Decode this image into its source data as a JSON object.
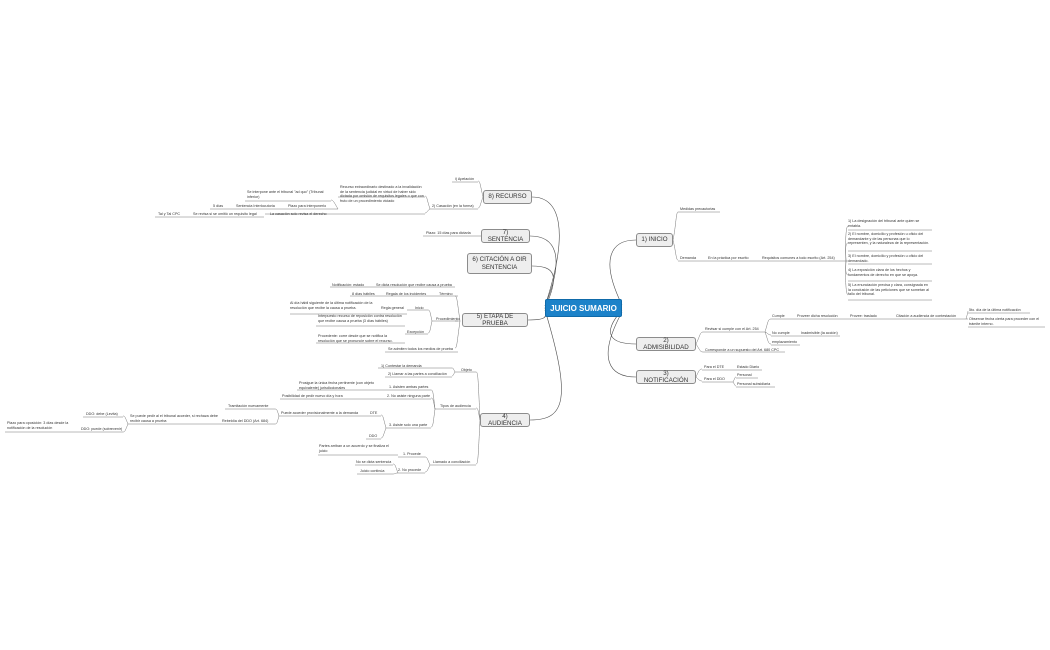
{
  "central": "JUICIO SUMARIO",
  "branches": {
    "inicio": "1) INICIO",
    "admisibilidad": "2) ADMISIBILIDAD",
    "notificacion": "3) NOTIFICACIÓN",
    "audiencia": "4) AUDIENCIA",
    "prueba": "5) ETAPA DE PRUEBA",
    "citacion": "6) CITACIÓN A OIR SENTENCIA",
    "sentencia": "7) SENTENCIA",
    "recurso": "8) RECURSO"
  },
  "inicio": {
    "medidas": "Medidas precautorias",
    "demanda": "Demanda",
    "practica": "En la práctica por escrito",
    "requisitos": "Requisitos comunes a todo escrito (Art. 254)",
    "req1": "1) La designación del tribunal ante quien se entabla.",
    "req2": "2) El nombre, domicilio y profesión u oficio del demandante y de las personas que lo representen, y la naturaleza de la representación.",
    "req3": "3) El nombre, domicilio y profesión u oficio del demandado.",
    "req4": "4) La exposición clara de los hechos y fundamentos de derecho en que se apoya.",
    "req5": "5) La enunciación precisa y clara, consignada en la conclusión de las peticiones que se sometan al fallo del tribunal."
  },
  "admisibilidad": {
    "revisar": "Revisar si cumple con el Art. 254",
    "cumple": "Cumple",
    "provee": "Proveer dicha resolución",
    "provee2": "Provee: traslado",
    "citacion": "Citación a audiencia de contestación",
    "quinto": "5to. día de la última notificación",
    "observar": "Observar fecha cierta para proceder con el trámite interno.",
    "nocumple": "No cumple",
    "inadmisible": "Inadmisible (la acción)",
    "emplazamiento": "emplazamiento",
    "corresponde": "Corresponde a un supuesto del Art. 680 CPC"
  },
  "notificacion": {
    "estado": "Para el DTE",
    "estado_d": "Estado Diario",
    "ddo": "Para el DDO",
    "personal": "Personal",
    "personal_sub": "Personal subsidiaria"
  },
  "recurso": {
    "apelacion": "i) Apelación",
    "casacion": "2) Casación (en la forma)",
    "desc": "Recurso extraordinario destinado a la invalidación de la sentencia judicial en virtud de haber sido dictada por omisión de requisitos legales o que con fruto de un procedimiento viciado",
    "interpone": "Se interpone ante el tribunal \"ad quo\" (Tribunal inferior)",
    "plazo": "Plazo para interponerlo",
    "sentencia_int": "Sentencia Interlocutoria",
    "cinco": "5 días",
    "tal": "Tal y Tal CPC",
    "omite": "Se revisa si se omitió un requisito legal",
    "casacion_def": "La casación solo revisa el derecho"
  },
  "sentencia": {
    "plazo": "Plazo: 15 días para dictarla"
  },
  "prueba": {
    "notificacion": "Notificación: estado",
    "dicta": "Se dicta resolución que recibe causa a prueba",
    "termino": "Término",
    "ocho": "8 días hábiles",
    "regala": "Regala de los incidentes",
    "inicio": "Inicio",
    "regla": "Regla general",
    "dia": "Al día hábil siguiente de la última notificación de la resolución que recibe la causa a prueba.",
    "excepcion": "Excepción",
    "interpuso": "Interpuesto recurso de reposición contra resolución que recibe causa a prueba (3 días hábiles)",
    "procedente": "Procedente: corre desde que se notifica la resolución que se pronuncie sobre el recurso.",
    "procedimiento": "Procedimiento",
    "admiten": "Se admiten todos los medios de prueba"
  },
  "audiencia": {
    "objeto": "Objeto",
    "contestar": "1) Contestar la demanda",
    "llamar": "2) Llamar a las partes a conciliación",
    "tipos": "Tipos de audiencia",
    "asistir": "1. Asisten ambas partes",
    "prosigue": "Prosigue la única fecha pertinente (con objeto equivalente) jurisdiccionales",
    "noasiste": "2. No asiste ninguna parte",
    "posibilidad": "Posibilidad de pedir nuevo día y hora",
    "tramitacion": "Tramitación nuevamente",
    "asisteuna": "3. Asiste solo una parte",
    "dte": "DTE",
    "puede": "Puede acceder provisionalmente a la demanda",
    "rebeldia": "Rebeldía del DDO (Art. 684)",
    "pedir": "Se puede pedir al el tribunal acceder, si rechaza debe recibir causa a prueba",
    "ddo": "DDO",
    "ddo_lev": "DDO: debe (Levita)",
    "ddo_super": "DDO: puede (sobrevenir)",
    "plazo": "Plazo para oposición: 3 días desde la notificación de la resolución",
    "llamado": "Llamado a conciliación",
    "procede": "1. Procede",
    "partes": "Partes arriban a un acuerdo y se finaliza el juicio",
    "noprocede": "2. No procede",
    "nosedicta": "No se dicta sentencia",
    "juicio": "Juicio continúa"
  }
}
